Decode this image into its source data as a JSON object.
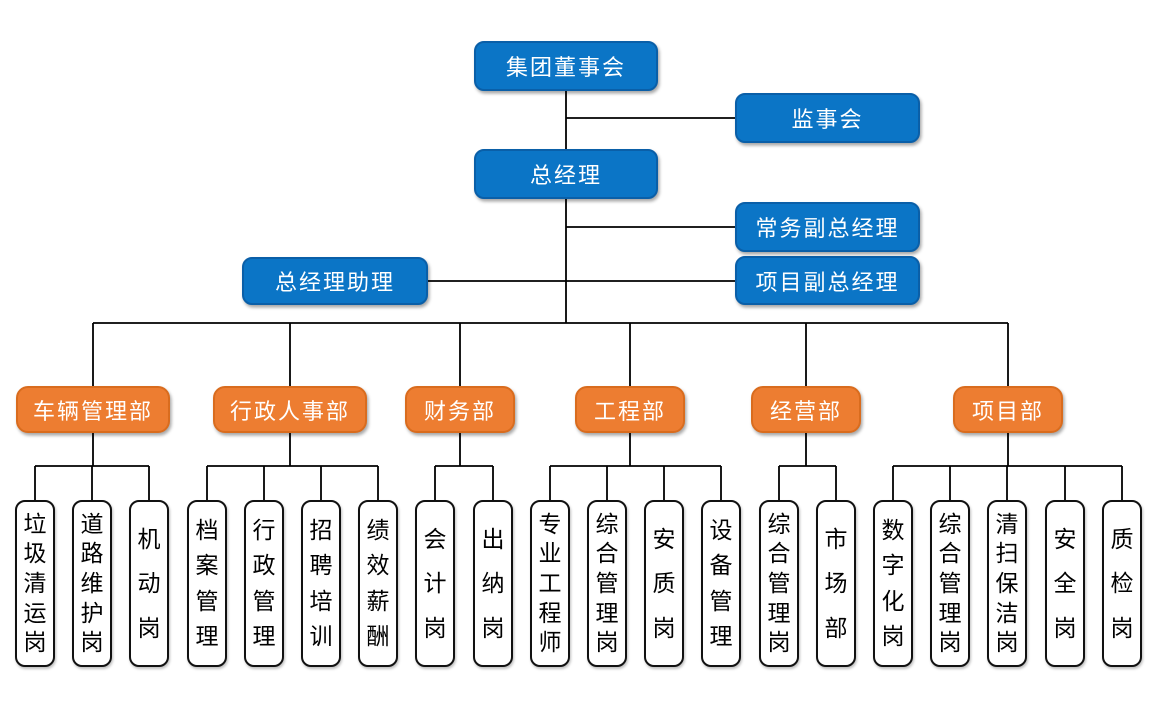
{
  "chart": {
    "type": "org-chart",
    "colors": {
      "top_level_fill": "#0b75c6",
      "top_level_border": "#0a5fa8",
      "department_fill": "#ed7d31",
      "department_border": "#d96c1e",
      "position_fill": "#ffffff",
      "position_border": "#111111",
      "connector_line": "#000000",
      "background": "#ffffff"
    },
    "nodes": {
      "board": "集团董事会",
      "supervisory": "监事会",
      "general_manager": "总经理",
      "executive_deputy_gm": "常务副总经理",
      "gm_assistant": "总经理助理",
      "project_deputy_gm": "项目副总经理"
    },
    "departments": [
      {
        "label": "车辆管理部",
        "positions": [
          "垃圾清运岗",
          "道路维护岗",
          "机动岗"
        ]
      },
      {
        "label": "行政人事部",
        "positions": [
          "档案管理",
          "行政管理",
          "招聘培训",
          "绩效薪酬"
        ]
      },
      {
        "label": "财务部",
        "positions": [
          "会计岗",
          "出纳岗"
        ]
      },
      {
        "label": "工程部",
        "positions": [
          "专业工程师",
          "综合管理岗",
          "安质岗",
          "设备管理"
        ]
      },
      {
        "label": "经营部",
        "positions": [
          "综合管理岗",
          "市场部"
        ]
      },
      {
        "label": "项目部",
        "positions": [
          "数字化岗",
          "综合管理岗",
          "清扫保洁岗",
          "安全岗",
          "质检岗"
        ]
      }
    ]
  }
}
